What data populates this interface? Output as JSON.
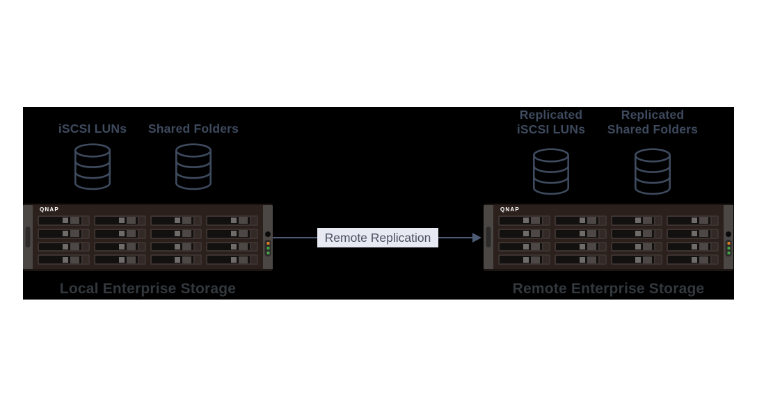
{
  "colors": {
    "background": "#ffffff",
    "panel_bg": "#000000",
    "accent_slate": "#3e4a5e",
    "arrow_line": "#4d5c74",
    "title_text": "#33383d",
    "label_box_bg": "#e8eaf3",
    "label_box_text": "#49505f",
    "server_body": "#2b201c",
    "server_ear": "#4a4745",
    "led_orange": "#dd7c22",
    "led_green": "#43a548",
    "brand_text": "#ffffff"
  },
  "panel": {
    "local": {
      "item_labels": [
        "iSCSI LUNs",
        "Shared Folders"
      ],
      "server_brand": "QNAP",
      "title": "Local Enterprise Storage"
    },
    "remote": {
      "item_labels_lines": [
        [
          "Replicated",
          "iSCSI LUNs"
        ],
        [
          "Replicated",
          "Shared Folders"
        ]
      ],
      "server_brand": "QNAP",
      "title": "Remote Enterprise Storage"
    },
    "flow": {
      "label": "Remote Replication"
    }
  }
}
